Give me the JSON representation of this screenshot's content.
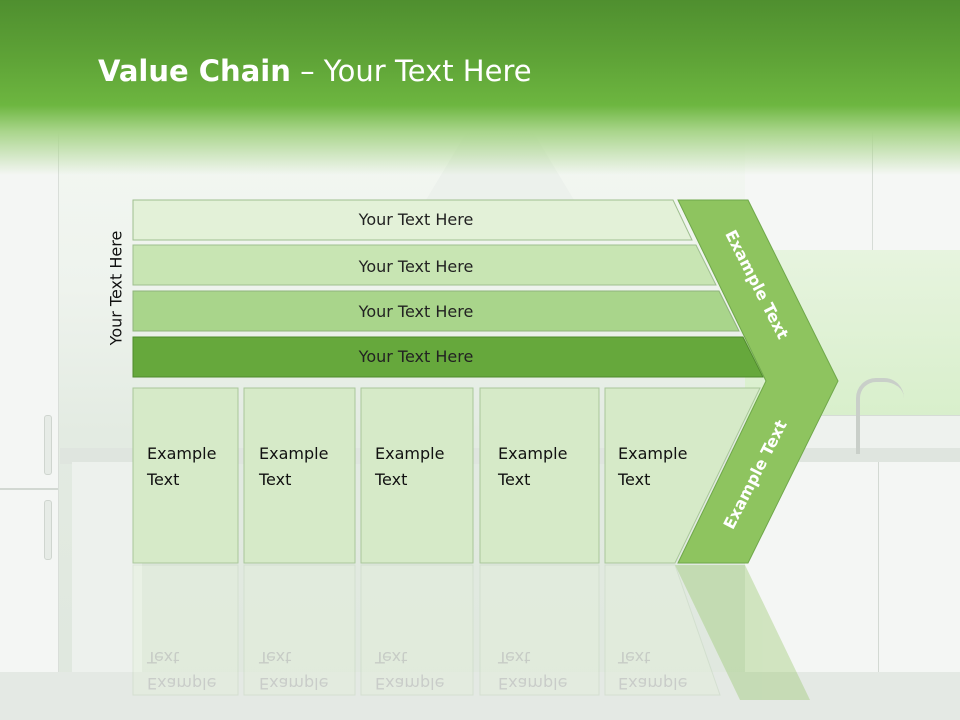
{
  "title": {
    "bold": "Value Chain",
    "rest": " – Your Text Here"
  },
  "side_label": "Your Text Here",
  "bars": [
    {
      "label": "Your Text Here",
      "color": "#e3f1d8"
    },
    {
      "label": "Your Text Here",
      "color": "#c8e5b3"
    },
    {
      "label": "Your Text Here",
      "color": "#a9d58b"
    },
    {
      "label": "Your Text Here",
      "color": "#66a83c"
    }
  ],
  "boxes": [
    {
      "line1": "Example",
      "line2": "Text"
    },
    {
      "line1": "Example",
      "line2": "Text"
    },
    {
      "line1": "Example",
      "line2": "Text"
    },
    {
      "line1": "Example",
      "line2": "Text"
    },
    {
      "line1": "Example",
      "line2": "Text"
    }
  ],
  "chevron": {
    "top_text": "Example Text",
    "bottom_text": "Example Text",
    "color": "#8ec45f"
  }
}
